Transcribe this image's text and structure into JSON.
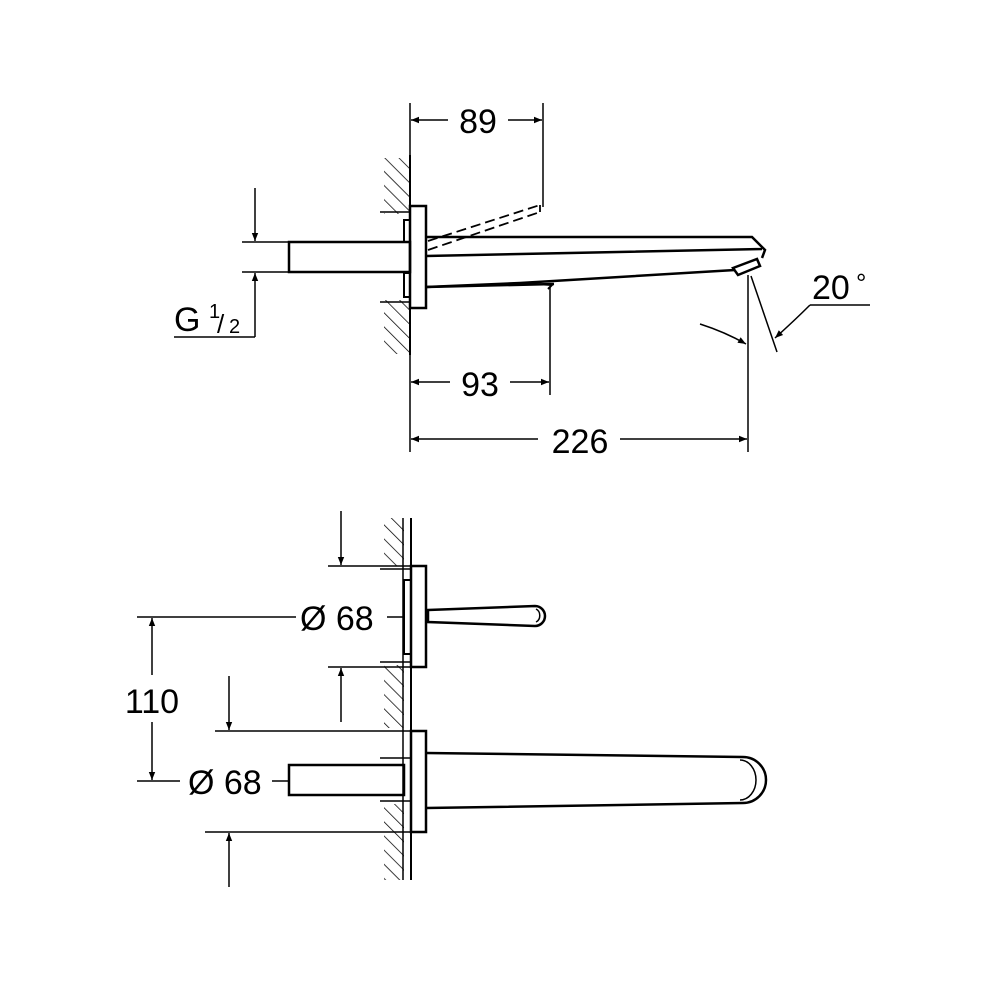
{
  "drawing": {
    "colors": {
      "ink": "#000000",
      "background": "#ffffff"
    },
    "side_view": {
      "dim_89": "89",
      "dim_93": "93",
      "dim_226": "226",
      "angle": "20",
      "angle_unit": "°",
      "thread_letter": "G",
      "thread_num": "1",
      "thread_den": "2"
    },
    "top_view": {
      "dim_110": "110",
      "diameter_upper": "Ø 68",
      "diameter_lower": "Ø 68"
    }
  }
}
